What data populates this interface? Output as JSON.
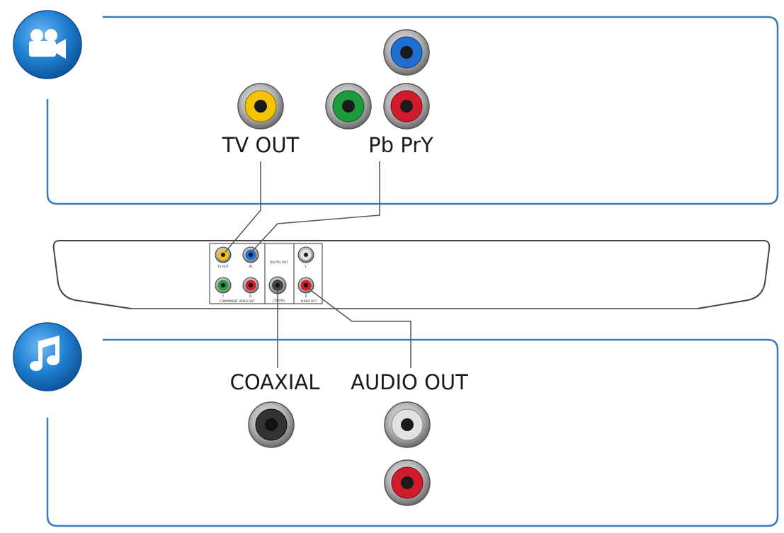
{
  "colors": {
    "frame": "#3a7bbf",
    "badge": "#1f7fd0",
    "yellow": "#f5c400",
    "green": "#1d9a3c",
    "blue": "#1f6fd0",
    "red": "#d11a2a",
    "white": "#d9d9d9",
    "black": "#333333"
  },
  "icons": {
    "video_badge": "video-camera-icon",
    "audio_badge": "music-note-icon"
  },
  "video": {
    "tv_out_label": "TV OUT",
    "component_label": "Pb PrY"
  },
  "audio": {
    "coaxial_label": "COAXIAL",
    "audio_out_label": "AUDIO OUT"
  },
  "panel": {
    "tv_out_small": "TV OUT",
    "pb_small": "Pb",
    "y_small": "Y",
    "pr_small": "Pr",
    "component_small": "COMPONENT VIDEO OUT",
    "digital_small": "DIGITAL OUT",
    "coaxial_small": "COAXIAL",
    "l_small": "L",
    "r_small": "R",
    "audio_small": "AUDIO OUT"
  }
}
